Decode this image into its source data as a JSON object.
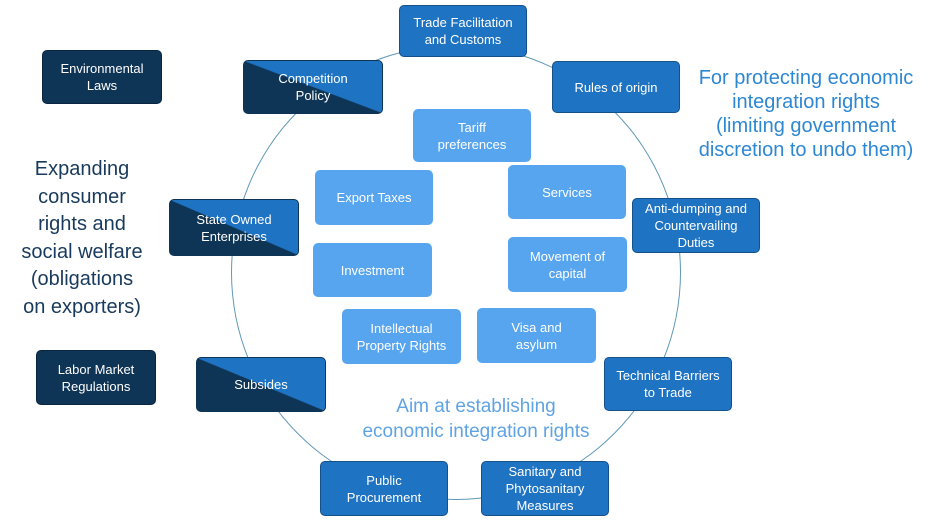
{
  "outer_boxes": {
    "trade_facilitation": "Trade Facilitation\nand Customs",
    "rules_of_origin": "Rules of origin",
    "anti_dumping": "Anti-dumping and\nCountervailing\nDuties",
    "technical_barriers": "Technical Barriers\nto Trade",
    "sanitary": "Sanitary and\nPhytosanitary\nMeasures",
    "public_procurement": "Public\nProcurement",
    "subsides": "Subsides",
    "state_owned": "State Owned\nEnterprises",
    "competition_policy": "Competition\nPolicy"
  },
  "inner_boxes": {
    "tariff_preferences": "Tariff\npreferences",
    "export_taxes": "Export Taxes",
    "services": "Services",
    "investment": "Investment",
    "movement_of_capital": "Movement of\ncapital",
    "intellectual_property": "Intellectual\nProperty Rights",
    "visa_asylum": "Visa and\nasylum"
  },
  "side_boxes": {
    "environmental_laws": "Environmental\nLaws",
    "labor_market": "Labor Market\nRegulations"
  },
  "notes": {
    "right": "For protecting economic\nintegration rights\n(limiting government\ndiscretion to undo them)",
    "left": "Expanding\nconsumer\nrights and\nsocial welfare\n(obligations\non exporters)",
    "center": "Aim at establishing\neconomic integration rights"
  },
  "colors": {
    "dark_box": "#0e3456",
    "mid_box": "#1f73c3",
    "light_box": "#58a5ef",
    "ring": "#5f98b6",
    "note_right": "#2e87d2",
    "note_left": "#183a5c",
    "note_center": "#5fa3e3"
  }
}
